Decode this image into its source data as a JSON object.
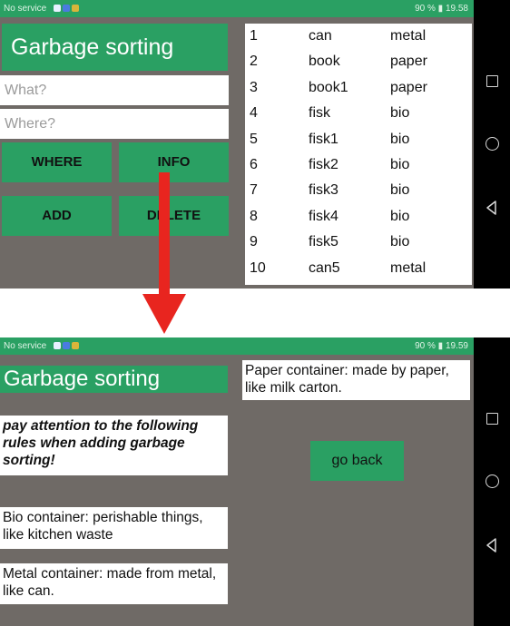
{
  "screen1": {
    "status": {
      "left": "No service",
      "right": "90 %",
      "time": "19.58"
    },
    "title": "Garbage sorting",
    "what_placeholder": "What?",
    "where_placeholder": "Where?",
    "buttons": {
      "where": "WHERE",
      "info": "INFO",
      "add": "ADD",
      "delete": "DELETE"
    },
    "table": [
      {
        "id": "1",
        "name": "can",
        "type": "metal"
      },
      {
        "id": "2",
        "name": "book",
        "type": "paper"
      },
      {
        "id": "3",
        "name": "book1",
        "type": "paper"
      },
      {
        "id": "4",
        "name": "fisk",
        "type": "bio"
      },
      {
        "id": "5",
        "name": "fisk1",
        "type": "bio"
      },
      {
        "id": "6",
        "name": "fisk2",
        "type": "bio"
      },
      {
        "id": "7",
        "name": "fisk3",
        "type": "bio"
      },
      {
        "id": "8",
        "name": "fisk4",
        "type": "bio"
      },
      {
        "id": "9",
        "name": "fisk5",
        "type": "bio"
      },
      {
        "id": "10",
        "name": "can5",
        "type": "metal"
      }
    ]
  },
  "screen2": {
    "status": {
      "left": "No service",
      "right": "90 %",
      "time": "19.59"
    },
    "title": "Garbage sorting",
    "rules": "pay attention to the following rules when adding garbage sorting!",
    "bio": "Bio container: perishable things, like kitchen waste",
    "metal": "Metal container: made from metal, like can.",
    "paper": "Paper container: made by paper, like milk carton.",
    "go_back": "go back"
  },
  "colors": {
    "accent": "#2aa063",
    "background": "#6f6a66",
    "arrow": "#e8251f"
  }
}
